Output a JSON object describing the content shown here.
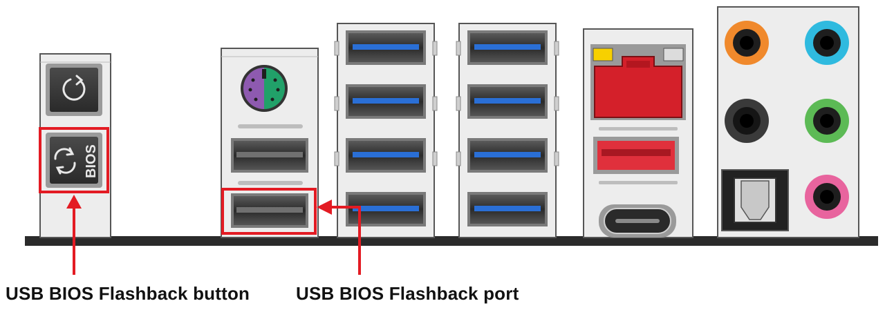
{
  "labels": {
    "flashback_button": "USB BIOS Flashback button",
    "flashback_port": "USB BIOS Flashback port",
    "bios_button_text": "BIOS"
  },
  "colors": {
    "highlight": "#e31b23",
    "usb3_blue": "#2a6fd6",
    "ps2_purple": "#8e5ab0",
    "ps2_green": "#21a169",
    "lan_red": "#d4202a",
    "usb_red": "#e0303c",
    "audio_orange": "#f0892c",
    "audio_blue": "#2fbadf",
    "audio_black": "#3a3a3a",
    "audio_green": "#5cba55",
    "audio_pink": "#e8649e",
    "led_yellow": "#f7d000",
    "panel_grey": "#e7e7e7",
    "board": "#2b2b2b"
  },
  "icons": {
    "clear_cmos": "refresh-icon",
    "bios_flashback": "sync-icon",
    "ps2": "ps2-port-icon",
    "lan": "rj45-port-icon",
    "optical": "optical-spdif-icon"
  }
}
